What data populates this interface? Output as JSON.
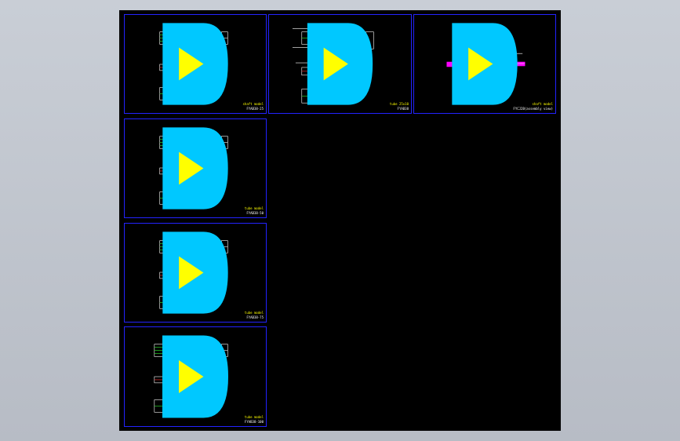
{
  "app": {
    "viewport_background": "#000000",
    "border_color": "#2323ff"
  },
  "sheets": [
    {
      "id": "sheet-1",
      "title_line1": "shaft model",
      "title_line2": "FYAB38-25"
    },
    {
      "id": "sheet-2",
      "title_line1": "tube 25x10",
      "title_line2": "FYAB38"
    },
    {
      "id": "sheet-3",
      "title_line1": "shaft model",
      "title_line2": "FYCJ2B(assembly view)"
    },
    {
      "id": "sheet-4",
      "title_line1": "tube model",
      "title_line2": "FYAB38-50"
    },
    {
      "id": "sheet-5",
      "title_line1": "tube model",
      "title_line2": "FYAB38-75"
    },
    {
      "id": "sheet-6",
      "title_line1": "tube model",
      "title_line2": "FYAB38-100"
    }
  ],
  "icons": {
    "logo": "company-logo-icon"
  },
  "colors": {
    "green": "#2ee82e",
    "magenta": "#ff00ff",
    "white": "#ffffff",
    "yellow": "#ffff00",
    "red": "#ff3030",
    "cyan": "#00c8ff"
  }
}
